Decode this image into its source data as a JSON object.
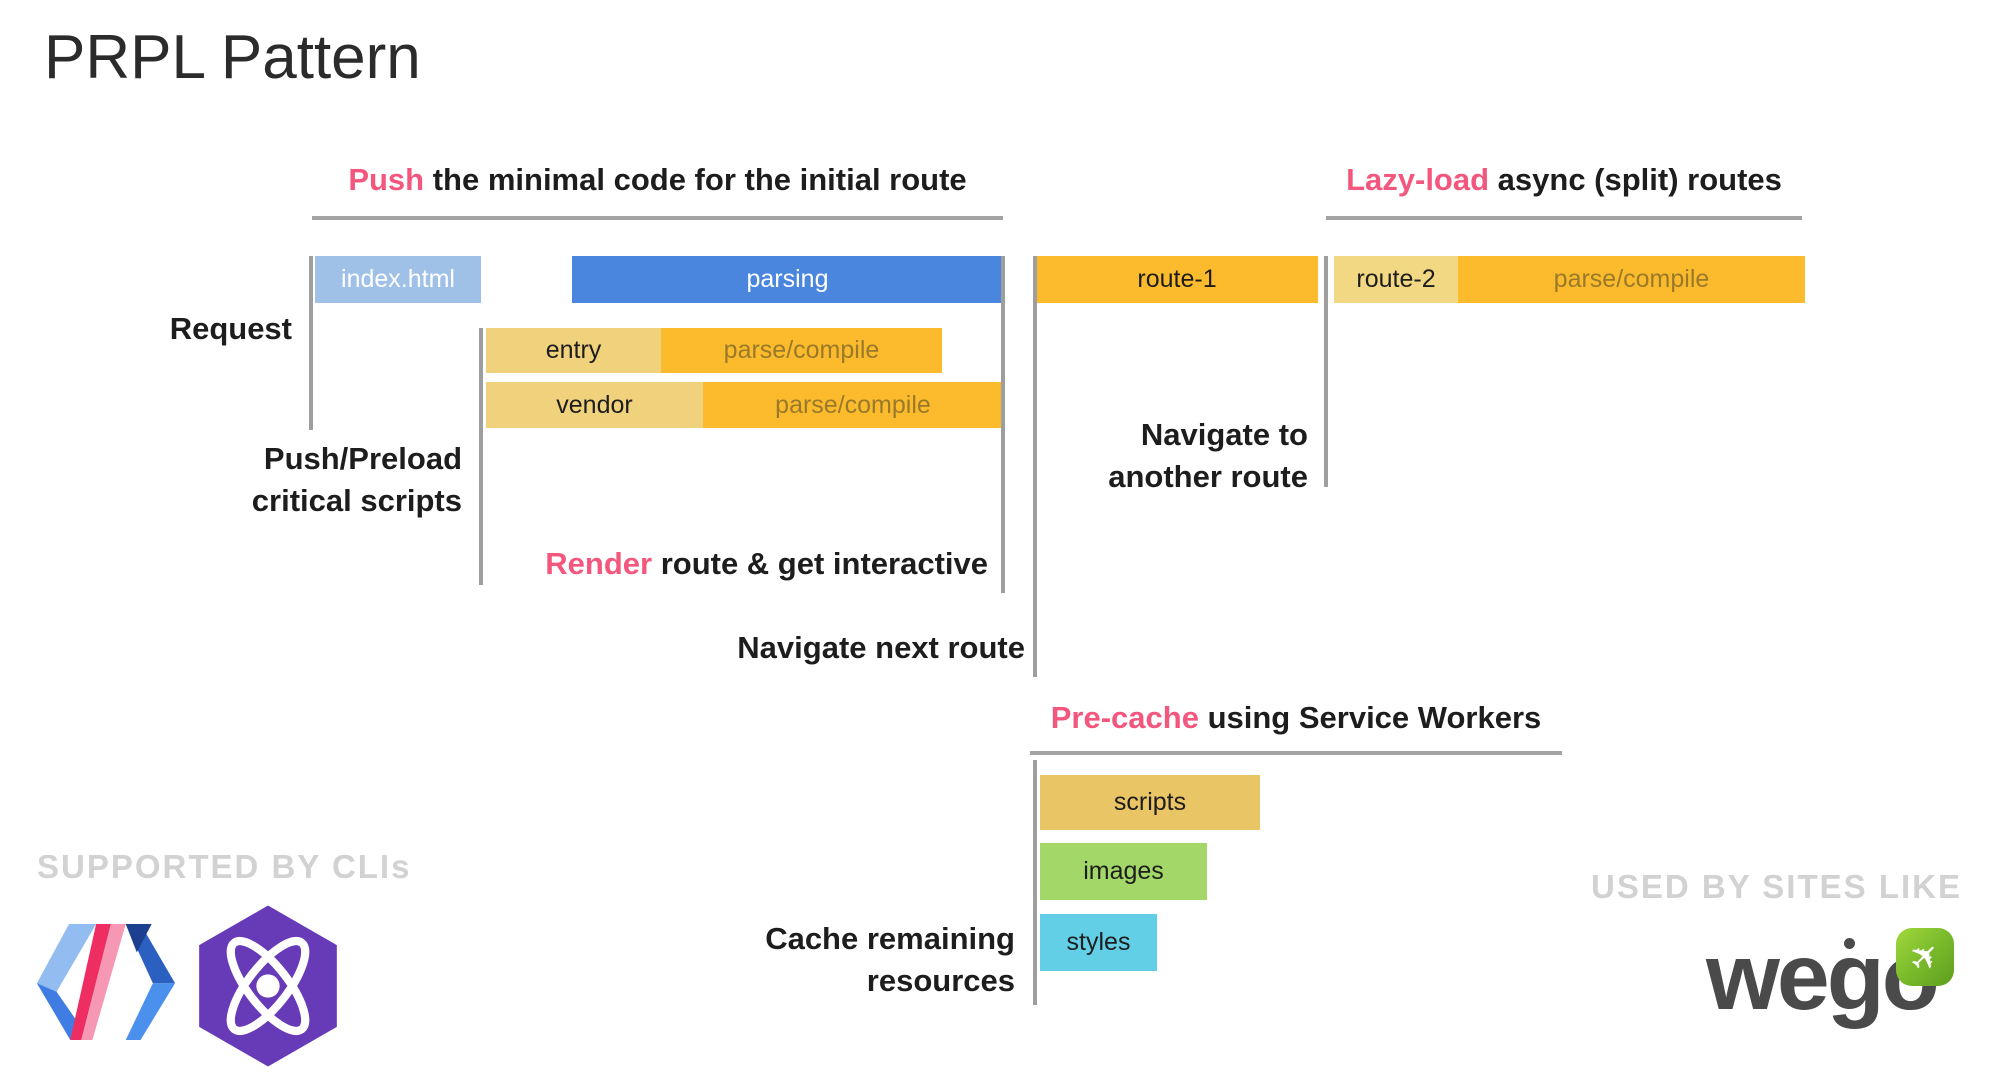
{
  "title": "PRPL Pattern",
  "headers": {
    "push": {
      "accent": "Push",
      "rest": " the minimal code for the initial route"
    },
    "lazy": {
      "accent": "Lazy-load",
      "rest": " async (split) routes"
    },
    "precache": {
      "accent": "Pre-cache",
      "rest": " using Service Workers"
    }
  },
  "labels": {
    "request": "Request",
    "push_preload": [
      "Push/Preload",
      "critical scripts"
    ],
    "render": {
      "accent": "Render",
      "rest": " route & get interactive"
    },
    "navigate_next": "Navigate next route",
    "navigate_another": [
      "Navigate to",
      "another route"
    ],
    "cache_remaining": [
      "Cache remaining",
      "resources"
    ]
  },
  "bars": {
    "index_html": "index.html",
    "parsing": "parsing",
    "entry": "entry",
    "vendor": "vendor",
    "parse_compile": "parse/compile",
    "route_1": "route-1",
    "route_2": "route-2",
    "scripts": "scripts",
    "images": "images",
    "styles": "styles"
  },
  "footer": {
    "supported_by": "SUPPORTED BY CLIs",
    "used_by": "USED BY SITES LIKE",
    "wego_wordmark": "wego"
  },
  "colors": {
    "accent_pink": "#f4577e",
    "bar_blue_light": "#9fc1e7",
    "bar_blue": "#4a86dd",
    "bar_gold": "#fbbb2c",
    "bar_tan": "#f0d17c",
    "bar_tan_light": "#f3d883",
    "bar_scripts_gold": "#e9c566",
    "bar_images_green": "#a3d868",
    "bar_styles_cyan": "#63cfe6",
    "line_gray": "#9e9e9e",
    "muted_text_gray": "#d2d2d2",
    "parse_compile_text": "#9a7a2a",
    "wego_gray": "#4a4a4a",
    "preact_purple": "#673ab8"
  }
}
